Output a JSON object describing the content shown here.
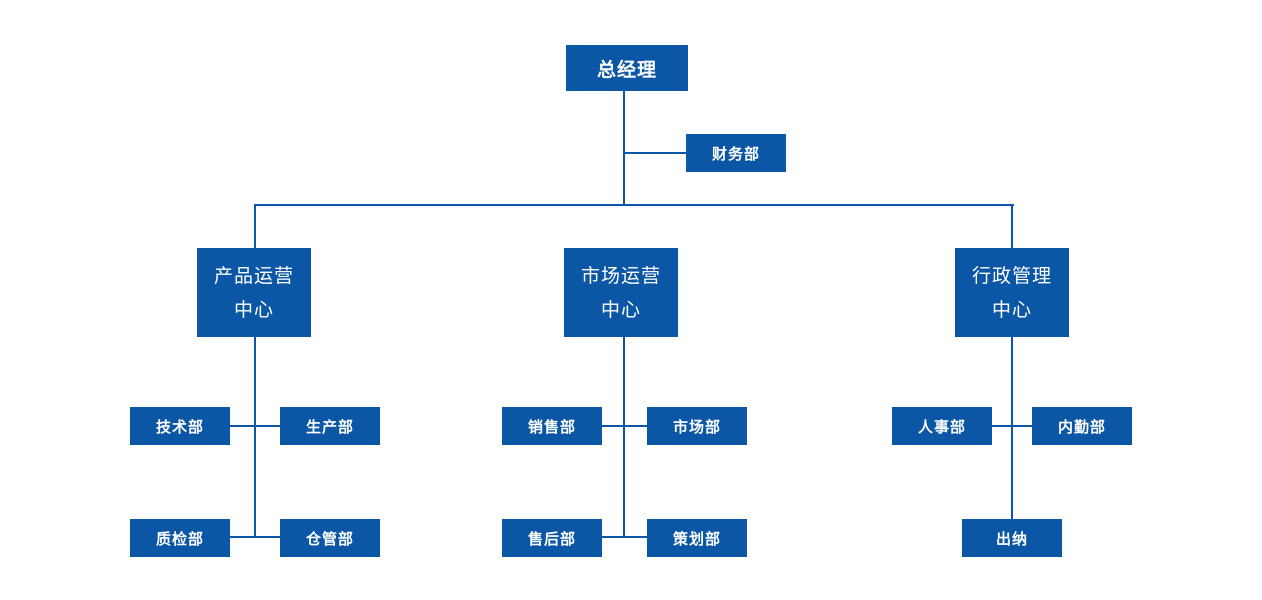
{
  "diagram": {
    "root": {
      "label": "总经理"
    },
    "finance": {
      "label": "财务部"
    },
    "centers": [
      {
        "line1": "产品运营",
        "line2": "中心",
        "departments": [
          "技术部",
          "生产部",
          "质检部",
          "仓管部"
        ]
      },
      {
        "line1": "市场运营",
        "line2": "中心",
        "departments": [
          "销售部",
          "市场部",
          "售后部",
          "策划部"
        ]
      },
      {
        "line1": "行政管理",
        "line2": "中心",
        "departments": [
          "人事部",
          "内勤部",
          "出纳"
        ]
      }
    ]
  },
  "colors": {
    "box": "#0b56a5",
    "line": "#0b56a5",
    "text": "#ffffff"
  }
}
